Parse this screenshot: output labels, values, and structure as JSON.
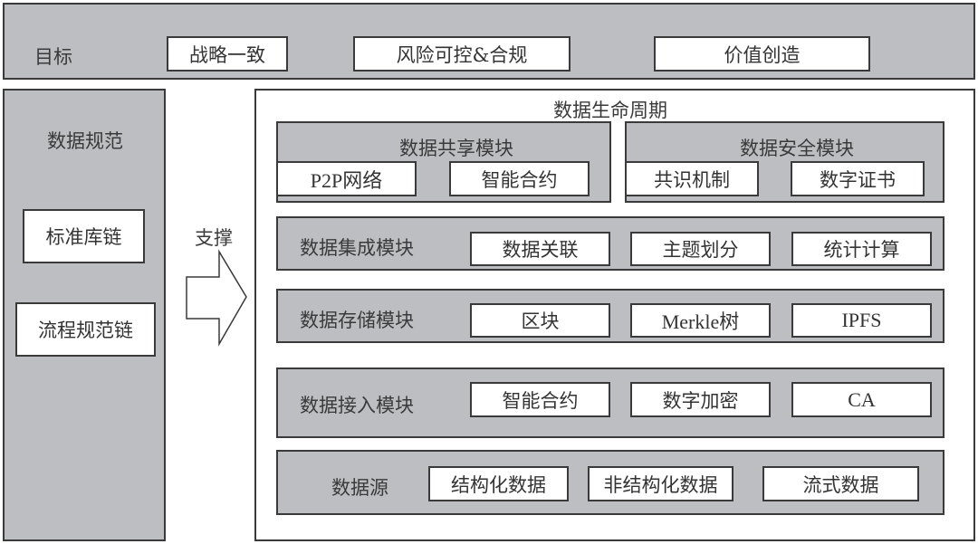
{
  "goals": {
    "label": "目标",
    "items": [
      "战略一致",
      "风险可控&合规",
      "价值创造"
    ]
  },
  "data_standards": {
    "title": "数据规范",
    "items": [
      "标准库链",
      "流程规范链"
    ]
  },
  "support_arrow": {
    "label": "支撑",
    "icon": "right-arrow-icon"
  },
  "lifecycle": {
    "title": "数据生命周期",
    "sharing": {
      "title": "数据共享模块",
      "items": [
        "P2P网络",
        "智能合约"
      ]
    },
    "security": {
      "title": "数据安全模块",
      "items": [
        "共识机制",
        "数字证书"
      ]
    },
    "modules": [
      {
        "title": "数据集成模块",
        "items": [
          "数据关联",
          "主题划分",
          "统计计算"
        ]
      },
      {
        "title": "数据存储模块",
        "items": [
          "区块",
          "Merkle树",
          "IPFS"
        ]
      },
      {
        "title": "数据接入模块",
        "items": [
          "智能合约",
          "数字加密",
          "CA"
        ]
      }
    ],
    "source": {
      "title": "数据源",
      "items": [
        "结构化数据",
        "非结构化数据",
        "流式数据"
      ]
    }
  },
  "colors": {
    "panel_gray": "#bdbec2",
    "border": "#3a3a3a",
    "box_white": "#ffffff"
  }
}
